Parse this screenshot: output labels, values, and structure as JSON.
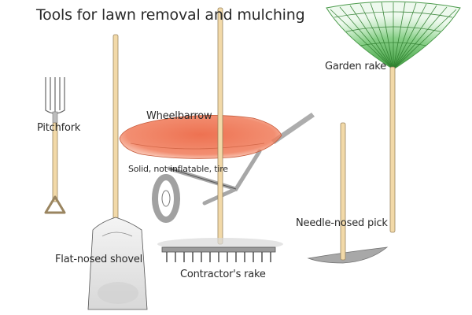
{
  "title": "Tools for lawn removal and mulching",
  "labels": {
    "pitchfork": "Pitchfork",
    "wheelbarrow": "Wheelbarrow",
    "tire_note": "Solid, not inflatable, tire",
    "garden_rake": "Garden rake",
    "needle_nosed_pick": "Needle-nosed pick",
    "flat_nosed_shovel": "Flat-nosed shovel",
    "contractors_rake": "Contractor's rake"
  },
  "colors": {
    "handle_wood": "#f2d9a8",
    "handle_outline": "#9a8560",
    "wheelbarrow_tray": "#ee7050",
    "garden_rake_head": "#5fbf5f",
    "metal": "#8a8a8a",
    "shadow": "#bdbdbd"
  }
}
